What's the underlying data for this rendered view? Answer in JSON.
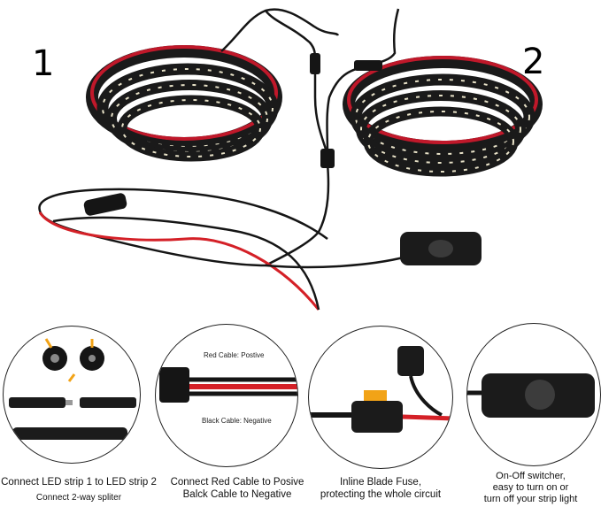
{
  "markers": {
    "strip1": "1",
    "strip2": "2"
  },
  "cable_labels": {
    "red": "Red Cable: Postive",
    "black": "Black Cable: Negative"
  },
  "captions": [
    {
      "lines": [
        "Connect LED strip 1 to LED strip 2"
      ],
      "sub": "Connect 2-way spliter"
    },
    {
      "lines": [
        "Connect Red Cable to Posive",
        "Balck Cable to Negative"
      ]
    },
    {
      "lines": [
        "Inline Blade Fuse,",
        "protecting the whole circuit"
      ]
    },
    {
      "lines": [
        "On-Off switcher,",
        "easy to turn on or",
        "turn off your strip light"
      ]
    }
  ],
  "colors": {
    "strip_red": "#c0182a",
    "cable_red": "#d42027",
    "cable_black": "#151515",
    "fuse_amber": "#f2a317",
    "led": "#e8e2c8"
  }
}
